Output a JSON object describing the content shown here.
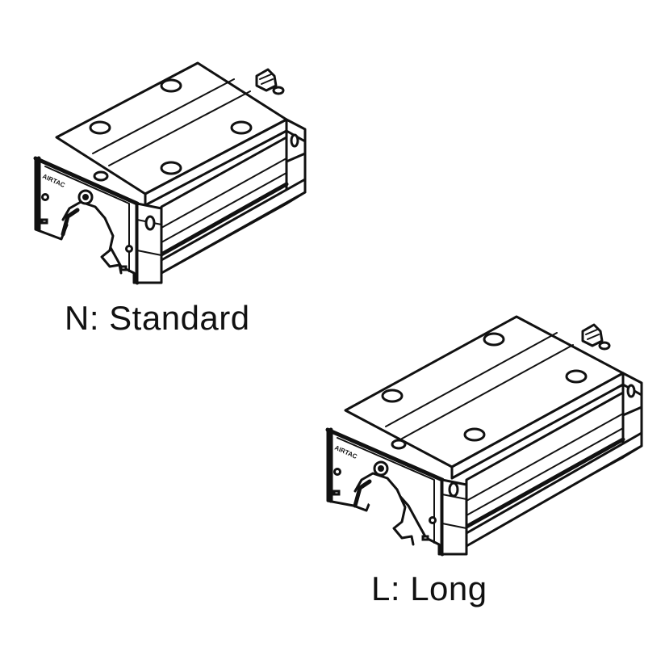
{
  "figure": {
    "ink_color": "#111111",
    "background_color": "#ffffff",
    "blocks": [
      {
        "id": "standard",
        "caption": "N: Standard",
        "brand_mark": "AIRTAC"
      },
      {
        "id": "long",
        "caption": "L: Long",
        "brand_mark": "AIRTAC"
      }
    ]
  }
}
